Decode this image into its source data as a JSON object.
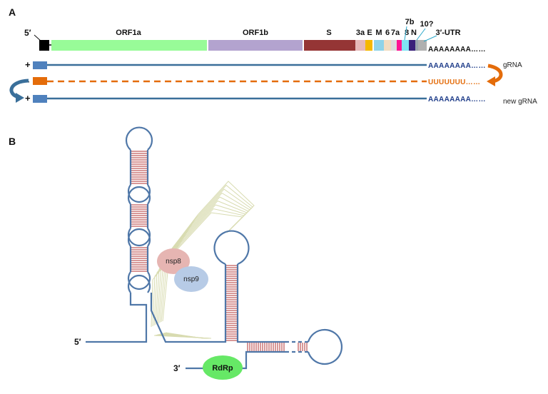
{
  "panel_a": {
    "label": "A",
    "five_prime": "5′",
    "genes": [
      {
        "label": "ORF1a",
        "color": "#98fb98"
      },
      {
        "label": "ORF1b",
        "color": "#b3a3cf"
      },
      {
        "label": "S",
        "color": "#953535"
      },
      {
        "label": "3a",
        "color": "#e6b9b9"
      },
      {
        "label": "E",
        "color": "#f5b800"
      },
      {
        "label": "M",
        "color": "#8fd3e8"
      },
      {
        "label": "6",
        "color": "#f2dcc0"
      },
      {
        "label": "7a",
        "color": "#dddddd"
      },
      {
        "label": "7b",
        "color": "#ff1493"
      },
      {
        "label": "8",
        "color": "#7fe3f5"
      },
      {
        "label": "N",
        "color": "#3a1f7a"
      },
      {
        "label": "10?",
        "color": "#9aa4ad"
      },
      {
        "label": "3′-UTR",
        "color": "#b0b0b0"
      }
    ],
    "poly_a_top": "AAAAAAAA……",
    "strands": [
      {
        "sign": "+",
        "tail": "AAAAAAAA……",
        "note": "gRNA"
      },
      {
        "sign": "-",
        "tail": "UUUUUUU……",
        "note": ""
      },
      {
        "sign": "+",
        "tail": "AAAAAAAA……",
        "note": "new gRNA"
      }
    ],
    "colors": {
      "plus_strand": "#3a6f9a",
      "plus_box": "#4f81bd",
      "minus_strand": "#e46c0a",
      "minus_box": "#e46c0a",
      "tail_blue": "#1f3d8a"
    }
  },
  "panel_b": {
    "label": "B",
    "five_prime": "5′",
    "three_prime": "3′",
    "proteins": [
      {
        "label": "nsp8",
        "color": "#e6b5b2"
      },
      {
        "label": "nsp9",
        "color": "#b7cbe6"
      }
    ],
    "rdrp": {
      "label": "RdRp",
      "color": "#66e866"
    },
    "colors": {
      "rna": "#4f77a8",
      "pair": "#b03030",
      "trace": "#d8dbb0"
    }
  }
}
